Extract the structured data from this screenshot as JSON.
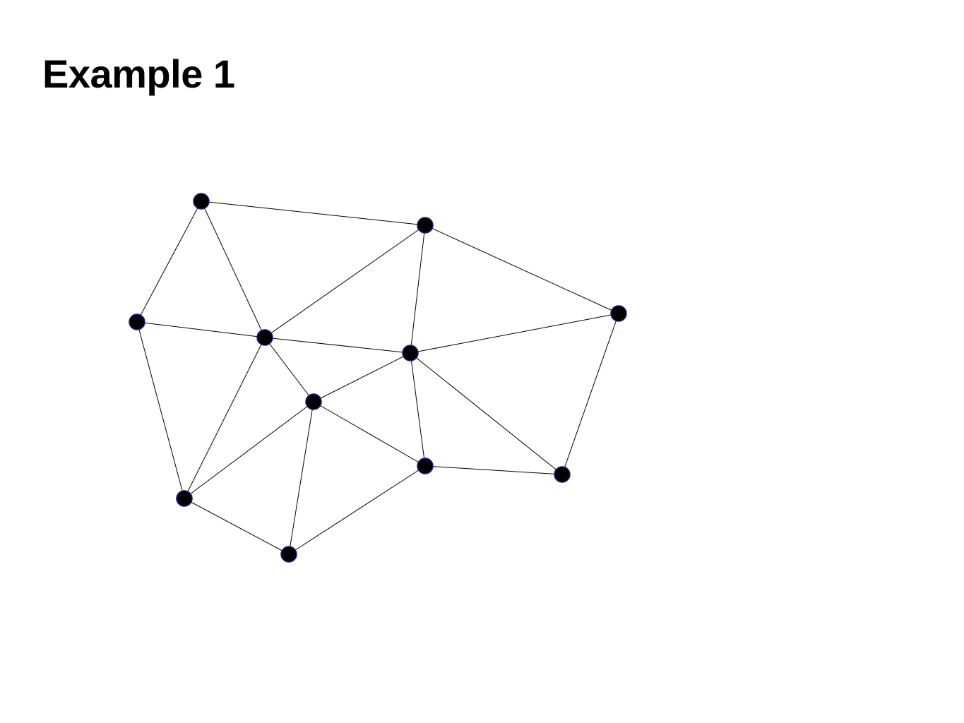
{
  "slide": {
    "title": "Example 1"
  },
  "graph": {
    "node_color": "#000000",
    "node_outline_color": "#1a1a8c",
    "edge_color": "#000000",
    "nodes": [
      {
        "id": "n1"
      },
      {
        "id": "n2"
      },
      {
        "id": "n3"
      },
      {
        "id": "n4"
      },
      {
        "id": "n5"
      },
      {
        "id": "n6"
      },
      {
        "id": "n7"
      },
      {
        "id": "n8"
      },
      {
        "id": "n9"
      },
      {
        "id": "n10"
      },
      {
        "id": "n11"
      },
      {
        "id": "n12"
      }
    ],
    "edges": [
      [
        "n1",
        "n2"
      ],
      [
        "n1",
        "n4"
      ],
      [
        "n1",
        "n5"
      ],
      [
        "n2",
        "n5"
      ],
      [
        "n2",
        "n6"
      ],
      [
        "n2",
        "n3"
      ],
      [
        "n4",
        "n5"
      ],
      [
        "n4",
        "n10"
      ],
      [
        "n5",
        "n6"
      ],
      [
        "n5",
        "n10"
      ],
      [
        "n5",
        "n7"
      ],
      [
        "n6",
        "n3"
      ],
      [
        "n6",
        "n7"
      ],
      [
        "n6",
        "n8"
      ],
      [
        "n6",
        "n9"
      ],
      [
        "n3",
        "n9"
      ],
      [
        "n7",
        "n10"
      ],
      [
        "n7",
        "n11"
      ],
      [
        "n7",
        "n8"
      ],
      [
        "n10",
        "n11"
      ],
      [
        "n11",
        "n8"
      ],
      [
        "n8",
        "n9"
      ]
    ]
  }
}
